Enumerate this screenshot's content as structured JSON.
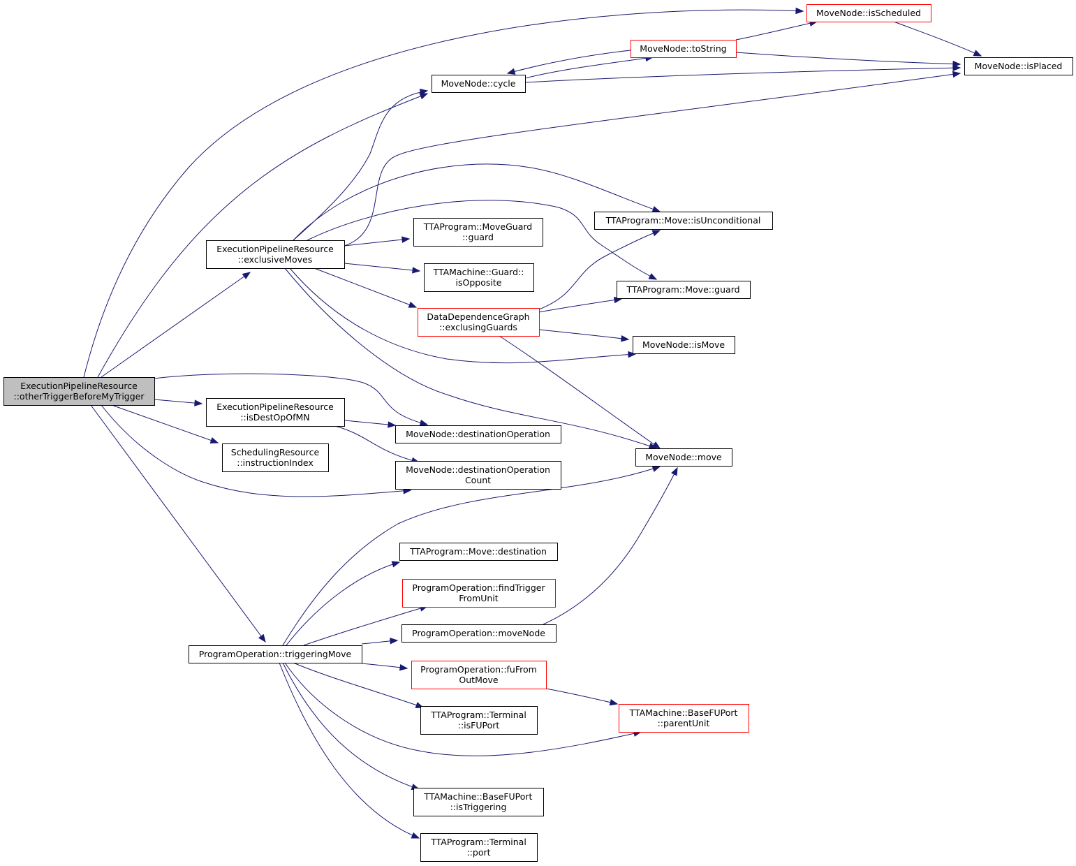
{
  "colors": {
    "edge": "#191970",
    "node_border": "#000000",
    "node_border_red": "#ff0000",
    "root_fill": "#bfbfbf",
    "node_fill": "#ffffff"
  },
  "nodes": {
    "root": {
      "lines": [
        "ExecutionPipelineResource",
        "::otherTriggerBeforeMyTrigger"
      ],
      "border": "black",
      "fill": "gray"
    },
    "exclusiveMoves": {
      "lines": [
        "ExecutionPipelineResource",
        "::exclusiveMoves"
      ],
      "border": "black"
    },
    "isDestOpOfMN": {
      "lines": [
        "ExecutionPipelineResource",
        "::isDestOpOfMN"
      ],
      "border": "black"
    },
    "instructionIndex": {
      "lines": [
        "SchedulingResource",
        "::instructionIndex"
      ],
      "border": "black"
    },
    "triggeringMove": {
      "lines": [
        "ProgramOperation::triggeringMove"
      ],
      "border": "black"
    },
    "cycle": {
      "lines": [
        "MoveNode::cycle"
      ],
      "border": "black"
    },
    "isScheduled": {
      "lines": [
        "MoveNode::isScheduled"
      ],
      "border": "red"
    },
    "toString": {
      "lines": [
        "MoveNode::toString"
      ],
      "border": "red"
    },
    "isPlaced": {
      "lines": [
        "MoveNode::isPlaced"
      ],
      "border": "black"
    },
    "isUnconditional": {
      "lines": [
        "TTAProgram::Move::isUnconditional"
      ],
      "border": "black"
    },
    "moveGuardGuard": {
      "lines": [
        "TTAProgram::MoveGuard",
        "::guard"
      ],
      "border": "black"
    },
    "isOpposite": {
      "lines": [
        "TTAMachine::Guard::",
        "isOpposite"
      ],
      "border": "black"
    },
    "moveGuard": {
      "lines": [
        "TTAProgram::Move::guard"
      ],
      "border": "black"
    },
    "exclusingGuards": {
      "lines": [
        "DataDependenceGraph",
        "::exclusingGuards"
      ],
      "border": "red"
    },
    "isMove": {
      "lines": [
        "MoveNode::isMove"
      ],
      "border": "black"
    },
    "destinationOperation": {
      "lines": [
        "MoveNode::destinationOperation"
      ],
      "border": "black"
    },
    "destinationOperationCount": {
      "lines": [
        "MoveNode::destinationOperation",
        "Count"
      ],
      "border": "black"
    },
    "move": {
      "lines": [
        "MoveNode::move"
      ],
      "border": "black"
    },
    "moveDestination": {
      "lines": [
        "TTAProgram::Move::destination"
      ],
      "border": "black"
    },
    "findTriggerFromUnit": {
      "lines": [
        "ProgramOperation::findTrigger",
        "FromUnit"
      ],
      "border": "red"
    },
    "moveNode": {
      "lines": [
        "ProgramOperation::moveNode"
      ],
      "border": "black"
    },
    "fuFromOutMove": {
      "lines": [
        "ProgramOperation::fuFrom",
        "OutMove"
      ],
      "border": "red"
    },
    "parentUnit": {
      "lines": [
        "TTAMachine::BaseFUPort",
        "::parentUnit"
      ],
      "border": "red"
    },
    "isFUPort": {
      "lines": [
        "TTAProgram::Terminal",
        "::isFUPort"
      ],
      "border": "black"
    },
    "isTriggering": {
      "lines": [
        "TTAMachine::BaseFUPort",
        "::isTriggering"
      ],
      "border": "black"
    },
    "port": {
      "lines": [
        "TTAProgram::Terminal",
        "::port"
      ],
      "border": "black"
    }
  },
  "edges": [
    [
      "root",
      "isScheduled"
    ],
    [
      "root",
      "cycle"
    ],
    [
      "root",
      "exclusiveMoves"
    ],
    [
      "root",
      "destinationOperation"
    ],
    [
      "root",
      "isDestOpOfMN"
    ],
    [
      "root",
      "instructionIndex"
    ],
    [
      "root",
      "destinationOperationCount"
    ],
    [
      "root",
      "triggeringMove"
    ],
    [
      "exclusiveMoves",
      "cycle"
    ],
    [
      "exclusiveMoves",
      "isPlaced"
    ],
    [
      "exclusiveMoves",
      "isUnconditional"
    ],
    [
      "exclusiveMoves",
      "moveGuard"
    ],
    [
      "exclusiveMoves",
      "moveGuardGuard"
    ],
    [
      "exclusiveMoves",
      "isOpposite"
    ],
    [
      "exclusiveMoves",
      "exclusingGuards"
    ],
    [
      "exclusiveMoves",
      "isMove"
    ],
    [
      "exclusiveMoves",
      "move"
    ],
    [
      "cycle",
      "toString"
    ],
    [
      "cycle",
      "isPlaced"
    ],
    [
      "toString",
      "cycle"
    ],
    [
      "toString",
      "isScheduled"
    ],
    [
      "toString",
      "isPlaced"
    ],
    [
      "isScheduled",
      "isPlaced"
    ],
    [
      "exclusingGuards",
      "isUnconditional"
    ],
    [
      "exclusingGuards",
      "moveGuard"
    ],
    [
      "exclusingGuards",
      "isMove"
    ],
    [
      "exclusingGuards",
      "move"
    ],
    [
      "isDestOpOfMN",
      "destinationOperation"
    ],
    [
      "isDestOpOfMN",
      "destinationOperationCount"
    ],
    [
      "triggeringMove",
      "move"
    ],
    [
      "triggeringMove",
      "moveDestination"
    ],
    [
      "triggeringMove",
      "findTriggerFromUnit"
    ],
    [
      "triggeringMove",
      "moveNode"
    ],
    [
      "triggeringMove",
      "fuFromOutMove"
    ],
    [
      "triggeringMove",
      "isFUPort"
    ],
    [
      "triggeringMove",
      "parentUnit"
    ],
    [
      "triggeringMove",
      "isTriggering"
    ],
    [
      "triggeringMove",
      "port"
    ],
    [
      "moveNode",
      "move"
    ],
    [
      "fuFromOutMove",
      "parentUnit"
    ]
  ]
}
